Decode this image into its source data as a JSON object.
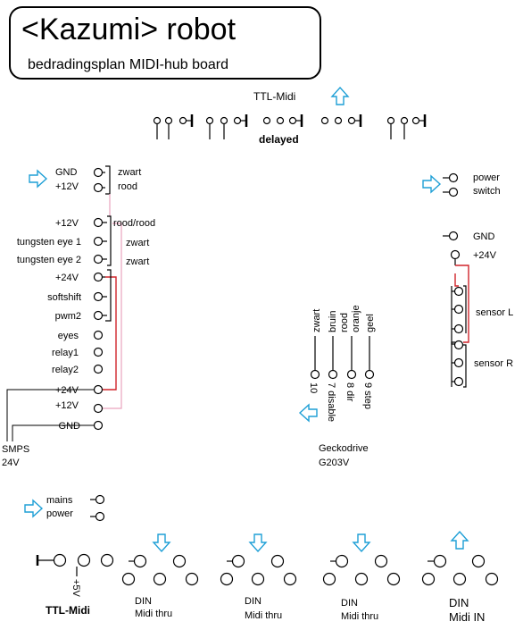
{
  "header": {
    "title": "<Kazumi> robot",
    "subtitle": "bedradingsplan MIDI-hub board"
  },
  "ttl_midi_top": {
    "label": "TTL-Midi",
    "delayed": "delayed"
  },
  "left_power": {
    "gnd": "GND",
    "v12": "+12V",
    "wire1": "zwart",
    "wire2": "rood"
  },
  "left_block": {
    "rows": [
      "+12V",
      "tungsten eye 1",
      "tungsten eye 2",
      "+24V",
      "softshift",
      "pwm2",
      "eyes",
      "relay1",
      "relay2",
      "+24V",
      "+12V",
      "GND"
    ],
    "wire_rood": "rood/rood",
    "wire_zwart1": "zwart",
    "wire_zwart2": "zwart"
  },
  "smps": {
    "line1": "SMPS",
    "line2": "24V"
  },
  "right_power": {
    "power": "power",
    "switch": "switch"
  },
  "right_sensors": {
    "gnd": "GND",
    "v24": "+24V",
    "sensor_l": "sensor L",
    "sensor_r": "sensor R"
  },
  "gecko": {
    "wires": [
      "zwart",
      "bruin",
      "rood",
      "oranje",
      "geel"
    ],
    "pins": [
      "10",
      "7 disable",
      "8 dir",
      "9 step"
    ],
    "name": "Geckodrive",
    "model": "G203V"
  },
  "mains": {
    "line1": "mains",
    "line2": "power"
  },
  "bottom": {
    "ttl_label": "TTL-Midi",
    "plus5v": "+5V",
    "din": [
      "DIN",
      "DIN",
      "DIN",
      "DIN"
    ],
    "din_sub": [
      "Midi thru",
      "Midi thru",
      "Midi thru",
      "Midi IN"
    ]
  },
  "colors": {
    "arrow": "#1e9fd6",
    "wire_red": "#d0242a",
    "wire_pink": "#e9a3bd"
  }
}
